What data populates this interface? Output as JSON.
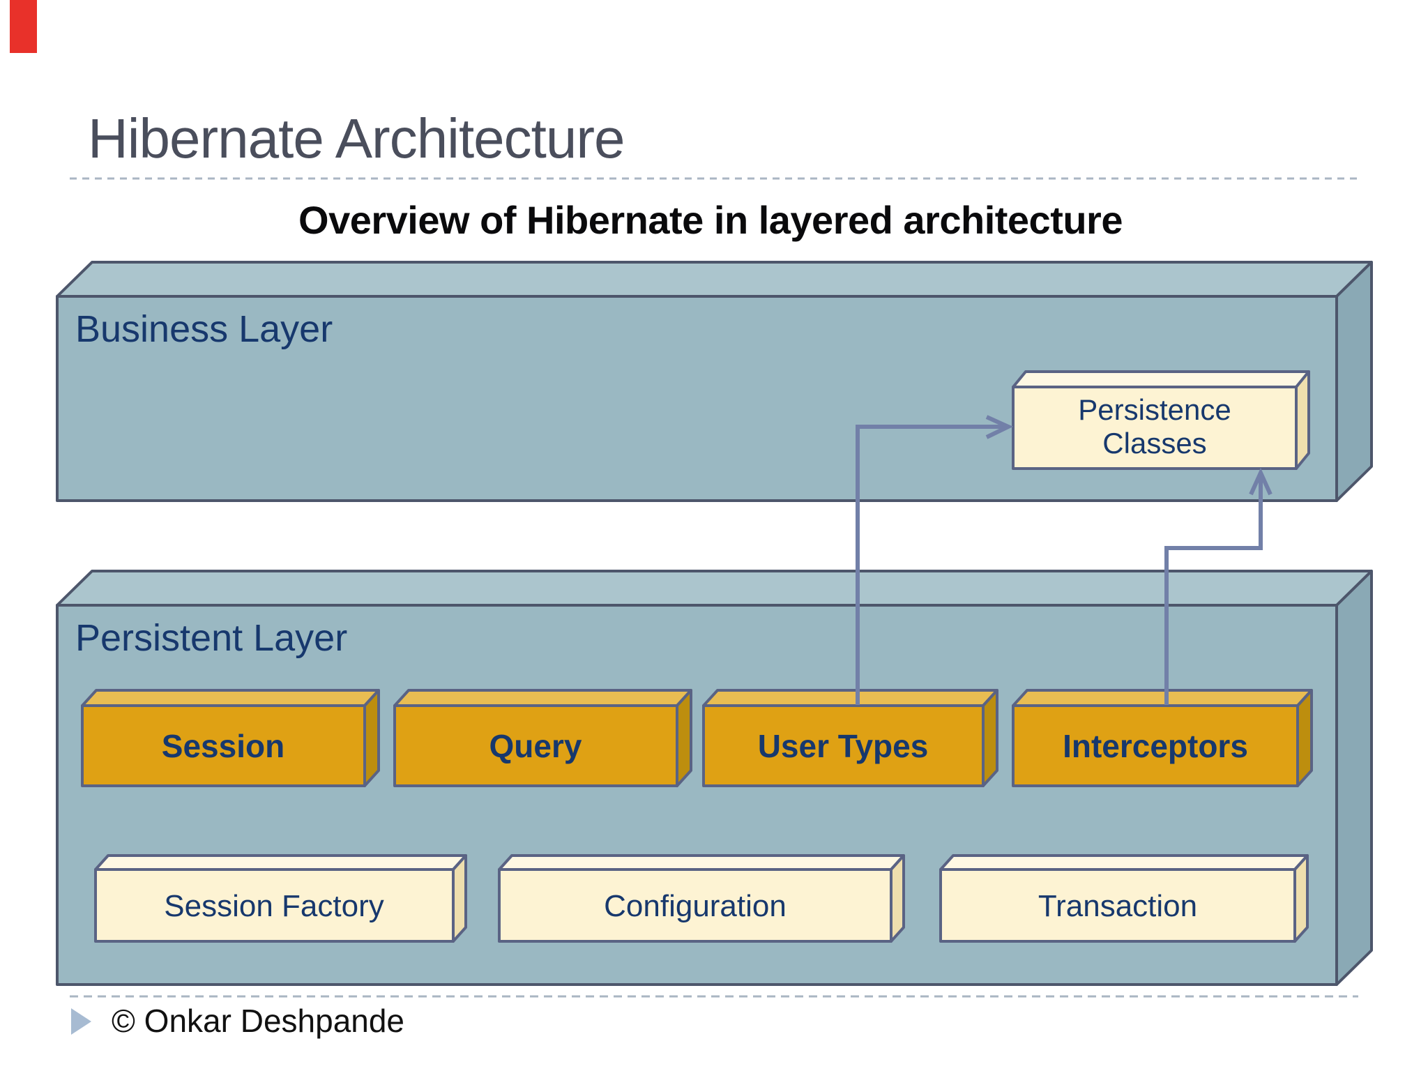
{
  "title": "Hibernate Architecture",
  "subtitle": "Overview of Hibernate in layered architecture",
  "footer": {
    "copyright": "© Onkar Deshpande"
  },
  "business_layer": {
    "label": "Business Layer",
    "persistence_classes": {
      "line1": "Persistence",
      "line2": "Classes"
    }
  },
  "persistent_layer": {
    "label": "Persistent Layer",
    "components": [
      "Session",
      "Query",
      "User Types",
      "Interceptors"
    ],
    "infrastructure": [
      "Session Factory",
      "Configuration",
      "Transaction"
    ]
  },
  "colors": {
    "red_accent": "#e8312a",
    "title_gray": "#4a4e5c",
    "navy_text": "#17386d",
    "layer_front": "#9ab8c2",
    "layer_top": "#abc5cd",
    "layer_side": "#8aa9b5",
    "orange_front": "#dfa114",
    "orange_top": "#e9bd52",
    "orange_side": "#bd8e0e",
    "cream_front": "#fdf3d3",
    "cream_top": "#fef8e3",
    "cream_side": "#efdfae",
    "arrow": "#7280a8",
    "dashed_rule": "#aab6c3",
    "footer_bullet": "#a7bbd2"
  }
}
